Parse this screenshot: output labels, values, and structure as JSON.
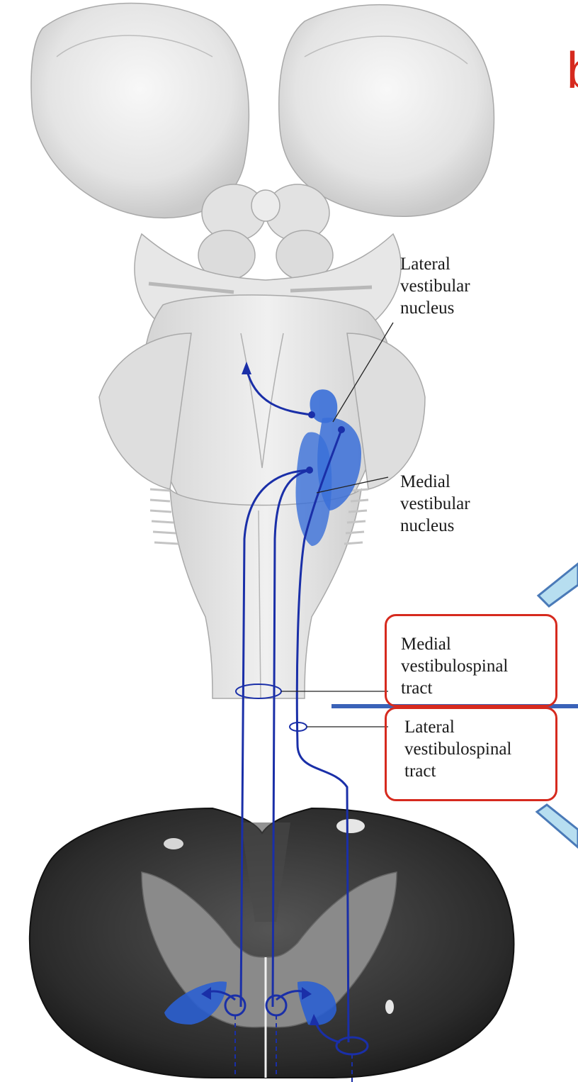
{
  "corner_letter": "b",
  "labels": {
    "lateral_vestibular_nucleus": "Lateral\nvestibular\nnucleus",
    "medial_vestibular_nucleus": "Medial\nvestibular\nnucleus",
    "medial_vestibulospinal_tract": "Medial\nvestibulospinal\ntract",
    "lateral_vestibulospinal_tract": "Lateral\nvestibulospinal\ntract"
  },
  "colors": {
    "nucleus_blue": "#3a6fd8",
    "pathway_blue": "#1a2fa8",
    "highlight_box": "#d62a1e",
    "divider_line": "#3a62b8",
    "arrow_fill": "#b7def0",
    "arrow_stroke": "#4a7ab8",
    "tissue_dark": "#2a2a2a",
    "tissue_light": "#e6e6e6"
  }
}
